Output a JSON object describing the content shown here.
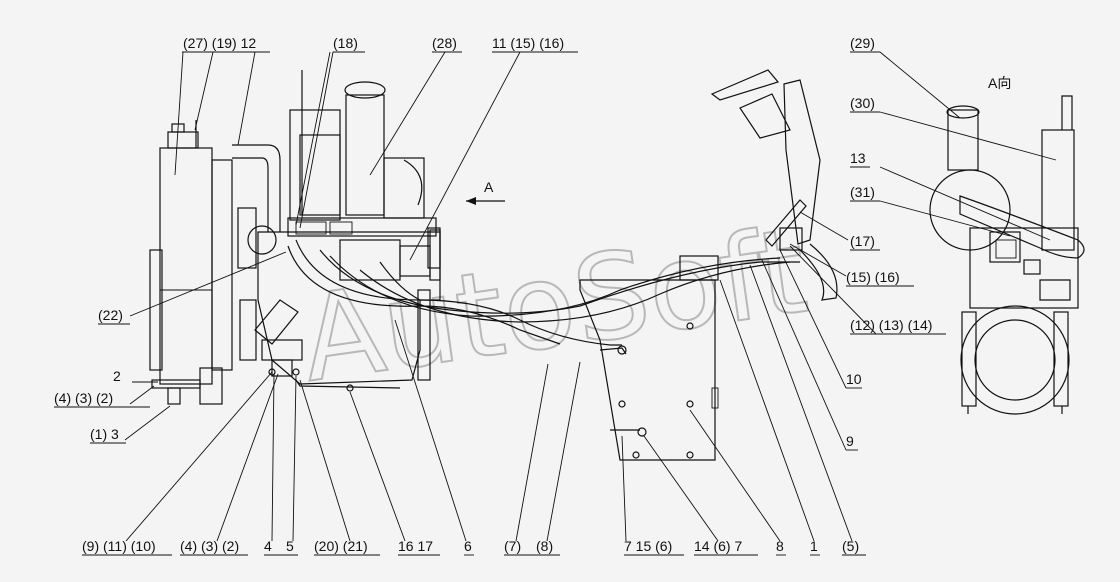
{
  "watermark": "AutoSoft",
  "view_label": "A向",
  "arrow_label": "A",
  "labels": {
    "p27_19_12": "(27) (19) 12",
    "p18": "(18)",
    "p28": "(28)",
    "p11_15_16": "11 (15) (16)",
    "p29": "(29)",
    "p30": "(30)",
    "p13": "13",
    "p31": "(31)",
    "p17": "(17)",
    "p15_16": "(15) (16)",
    "p12_13_14": "(12) (13) (14)",
    "p10": "10",
    "p9": "9",
    "p22": "(22)",
    "p2": "2",
    "p4_3_2_left": "(4) (3) (2)",
    "p1_3": "(1) 3",
    "p9_11_10": "(9) (11) (10)",
    "p4_3_2_bottom": "(4) (3) (2)",
    "p4": "4",
    "p5": "5",
    "p20_21": "(20) (21)",
    "p16_17": "16 17",
    "p6": "6",
    "p7": "(7)",
    "p8": "(8)",
    "p7_15_6": "7 15 (6)",
    "p14_6_7": "14 (6) 7",
    "p8b": "8",
    "p1": "1",
    "p5b": "(5)"
  }
}
